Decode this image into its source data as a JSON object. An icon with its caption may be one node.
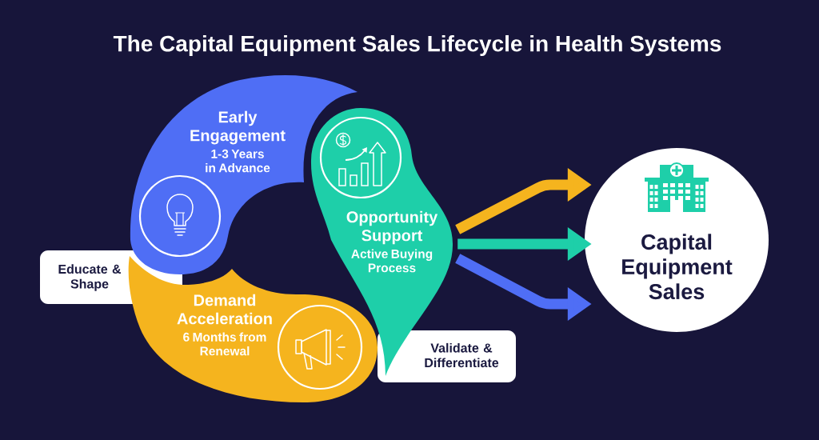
{
  "diagram": {
    "title": "The Capital Equipment Sales Lifecycle in Health Systems",
    "nodes": [
      {
        "text": [
          "Early Engagement",
          "1-3 Years in Advance"
        ]
      },
      {
        "text": [
          "Opportunity Support",
          "Active Buying Process"
        ]
      },
      {
        "text": [
          "Demand Acceleration",
          "6 Months from Renewal"
        ]
      },
      {
        "text": [
          "Educate & Shape"
        ]
      },
      {
        "text": [
          "Validate & Differentiate"
        ]
      },
      {
        "text": [
          "Capital Equipment Sales"
        ]
      }
    ],
    "edges": [
      {
        "from": 1,
        "to": 5,
        "arrow": "to",
        "color": "#f5b41e"
      },
      {
        "from": 1,
        "to": 5,
        "arrow": "to",
        "color": "#1ecfa9"
      },
      {
        "from": 1,
        "to": 5,
        "arrow": "to",
        "color": "#4f6ef5"
      }
    ]
  }
}
